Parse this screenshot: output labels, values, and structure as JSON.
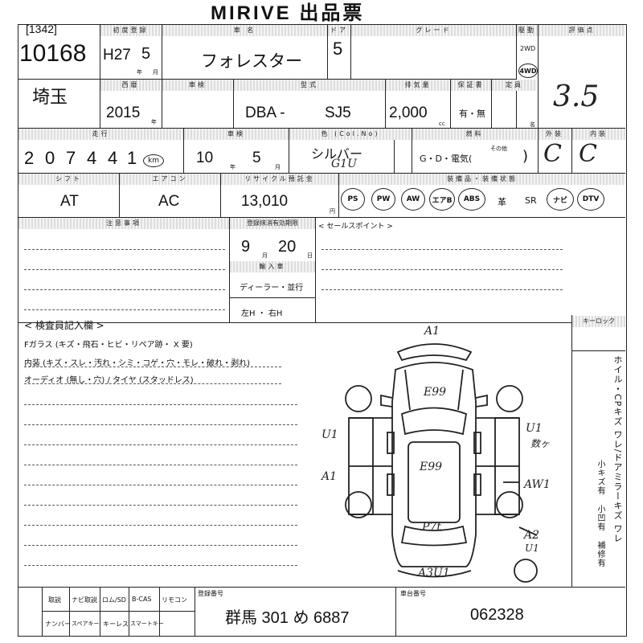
{
  "header": {
    "title": "MIRIVE 出品票"
  },
  "lot": {
    "code": "[1342]",
    "number": "10168"
  },
  "labels": {
    "first_reg": "初度登録",
    "car_name": "車 名",
    "door": "ドア",
    "grade": "グレード",
    "drive": "駆動",
    "score": "評価点",
    "year_lbl": "西暦",
    "body_type": "車検",
    "model": "型式",
    "displacement": "排気量",
    "warranty": "保証書",
    "capacity": "定員",
    "mileage": "走行",
    "inspection": "車検",
    "color": "色 (Col.No)",
    "fuel": "燃料",
    "exterior": "外装",
    "interior": "内装",
    "shift": "シフト",
    "aircon": "エアコン",
    "recycle": "リサイクル預託金",
    "equipment": "装備品・装備状態",
    "caution": "注意事項",
    "expiry": "登録抹消有効期限",
    "import": "輸入車",
    "sales_point": "< セールスポイント >",
    "inspector": "< 検査員記入欄 >",
    "keyless": "キーロック",
    "reg_no": "登録番号",
    "chassis_no": "車台番号"
  },
  "vehicle": {
    "era": "H27",
    "month": "5",
    "month_unit": "月",
    "year_unit": "年",
    "name": "フォレスター",
    "doors": "5",
    "drive_2wd": "2WD",
    "drive_4wd": "4WD",
    "score": "3.5",
    "prefecture": "埼玉",
    "year": "2015",
    "year_suffix": "年",
    "model_prefix": "DBA -",
    "model_code": "SJ5",
    "displacement": "2,000",
    "cc": "cc",
    "warranty": "有・無",
    "persons": "名",
    "mileage_digits": [
      "2",
      "0",
      "7",
      "4",
      "4",
      "1"
    ],
    "km_unit": "km",
    "inspection_year": "10",
    "inspection_month": "5",
    "color": "シルバー",
    "color_code": "G1U",
    "fuel": "G・D・電気(",
    "fuel_other": "その他",
    "fuel_close": ")",
    "exterior_grade": "C",
    "interior_grade": "C",
    "shift": "AT",
    "aircon": "AC",
    "recycle": "13,010",
    "yen": "円",
    "expiry_month": "9",
    "expiry_day": "20",
    "day_unit": "日",
    "import_type": "ディーラー・並行",
    "handle": "左H ・ 右H"
  },
  "equipment": [
    "PS",
    "PW",
    "AW",
    "エアB",
    "ABS",
    "革",
    "SR",
    "ナビ",
    "DTV"
  ],
  "inspector_notes": [
    "Fガラス (キズ・飛石・ヒビ・リペア跡・ X 要)",
    "内装 (キズ・スレ・汚れ・シミ・コゲ・穴・モレ・破れ・剥れ)",
    "オーディオ (無し・穴) / タイヤ (スタッドレス)"
  ],
  "side_text": "ホイル・CPキズ ワレ/ドアミラーキズ ワレ",
  "side_notes": [
    "小キズ有",
    "小凹有",
    "補修有"
  ],
  "damage": {
    "front": "A1",
    "bonnet": "E99",
    "roof": "E99",
    "left_front": "U1",
    "left_rear": "A1",
    "right_front": "U1",
    "right_front_note": "数ヶ",
    "right_rear": "AW1",
    "rear_right": "A2",
    "rear_right2": "U1",
    "back": "P7t",
    "rear": "A3U1"
  },
  "footer": {
    "items_top": [
      "取説",
      "ナビ取説",
      "ロム/SD",
      "B-CAS",
      "リモコン"
    ],
    "items_bottom": [
      "ナンバー",
      "スペアキー",
      "キーレス",
      "スマートキー"
    ],
    "reg_no": "群馬 301 め 6887",
    "chassis": "062328"
  }
}
